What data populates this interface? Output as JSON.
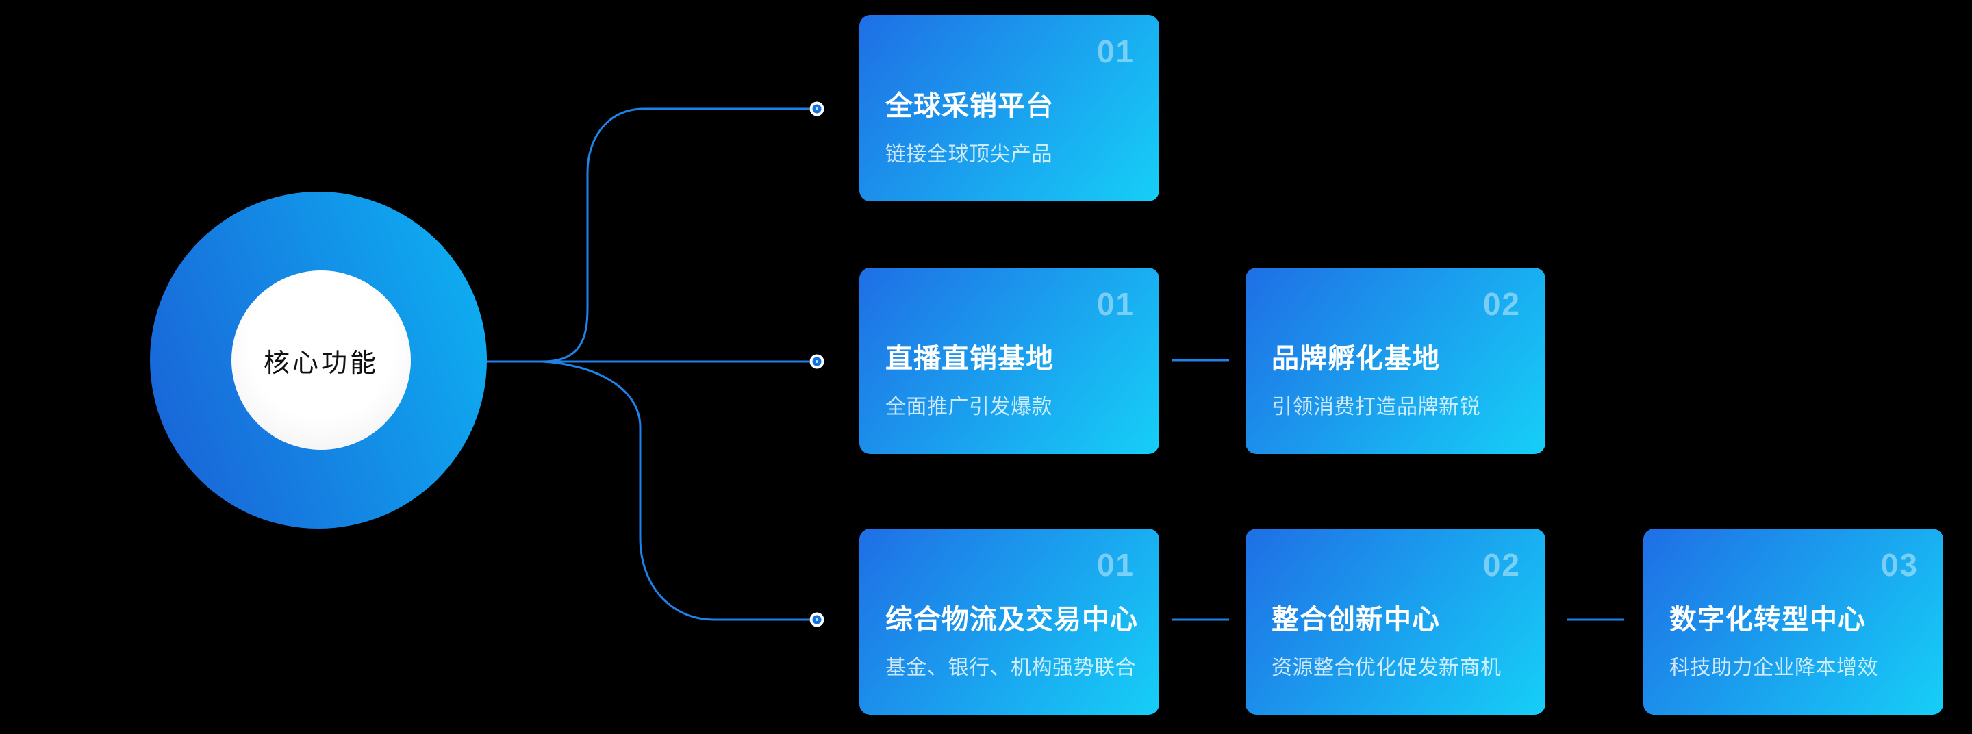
{
  "diagram": {
    "center_label": "核心功能",
    "rows": [
      {
        "cards": [
          {
            "number": "01",
            "title": "全球采销平台",
            "subtitle": "链接全球顶尖产品"
          }
        ]
      },
      {
        "cards": [
          {
            "number": "01",
            "title": "直播直销基地",
            "subtitle": "全面推广引发爆款"
          },
          {
            "number": "02",
            "title": "品牌孵化基地",
            "subtitle": "引领消费打造品牌新锐"
          }
        ]
      },
      {
        "cards": [
          {
            "number": "01",
            "title": "综合物流及交易中心",
            "subtitle": "基金、银行、机构强势联合"
          },
          {
            "number": "02",
            "title": "整合创新中心",
            "subtitle": "资源整合优化促发新商机"
          },
          {
            "number": "03",
            "title": "数字化转型中心",
            "subtitle": "科技助力企业降本增效"
          }
        ]
      }
    ],
    "colors": {
      "background": "#000000",
      "card_gradient_start": "#1F6FE5",
      "card_gradient_end": "#16CFF7",
      "hub_gradient_start": "#1B5ED6",
      "hub_gradient_end": "#0DB4F3",
      "hub_inner": "#FFFFFF",
      "connector": "#1E82E8",
      "dot_ring": "#FFFFFF",
      "dot_fill": "#1272E2",
      "title_color": "#FFFFFF",
      "subtitle_color": "rgba(255,255,255,0.78)",
      "number_color": "rgba(255,255,255,0.42)",
      "hub_label_color": "#111111"
    }
  }
}
